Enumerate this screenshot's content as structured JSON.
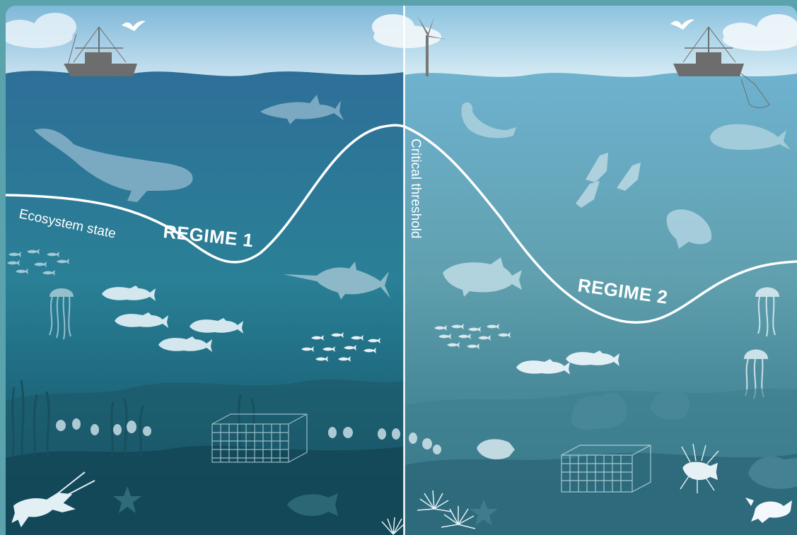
{
  "diagram": {
    "labels": {
      "ecosystem_state": "Ecosystem state",
      "regime_1": "REGIME 1",
      "regime_2": "REGIME 2",
      "critical_threshold": "Critical threshold"
    },
    "colors": {
      "left_sky": "#cfe6f3",
      "right_sky": "#dceef6",
      "left_sea_top": "#2e6f98",
      "left_sea_bottom": "#0d4a5e",
      "right_sea_top": "#6fb2cf",
      "right_sea_bottom": "#2b6e80",
      "curve": "#ffffff"
    },
    "icons": {
      "left": [
        "seagull-icon",
        "fishing-boat-icon",
        "shark-icon",
        "whale-icon",
        "swordfish-icon",
        "fish-school-icon",
        "jellyfish-icon",
        "cod-icon",
        "lobster-icon",
        "starfish-icon",
        "flounder-icon",
        "trap-icon",
        "seaweed-icon",
        "sea-urchin-icon"
      ],
      "right": [
        "seagull-icon",
        "wind-turbine-icon",
        "fishing-boat-icon",
        "seal-icon",
        "mahi-mahi-icon",
        "squid-icon",
        "sea-turtle-icon",
        "tuna-icon",
        "fish-school-icon",
        "jellyfish-icon",
        "cod-icon",
        "triggerfish-icon",
        "lionfish-icon",
        "crab-icon",
        "trap-icon",
        "sea-urchin-icon",
        "starfish-icon"
      ]
    }
  }
}
